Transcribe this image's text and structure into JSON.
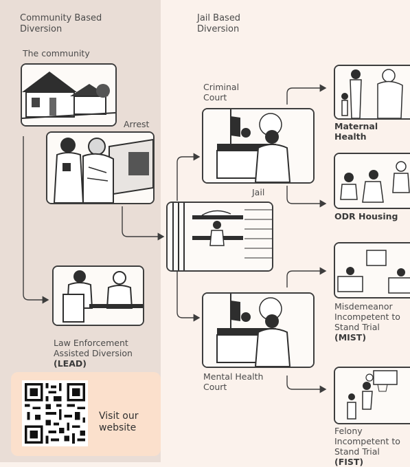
{
  "columns": {
    "community": "Community Based\nDiversion",
    "jail": "Jail Based\nDiversion"
  },
  "nodes": {
    "community": "The community",
    "arrest": "Arrest",
    "criminal_court": "Criminal\nCourt",
    "jail": "Jail",
    "mental_health_court": "Mental Health\nCourt",
    "lead_line1": "Law Enforcement\nAssisted Diversion",
    "lead_abbr": "(LEAD)",
    "maternal_health": "Maternal Health",
    "odr_housing": "ODR Housing",
    "mist_line": "Misdemeanor\nIncompetent to\nStand Trial ",
    "mist_abbr": "(MIST)",
    "fist_line": "Felony\nIncompetent to\nStand Trial ",
    "fist_abbr": "(FIST)"
  },
  "cta": {
    "text": "Visit our\nwebsite"
  },
  "icons": [
    "qr-code-icon",
    "community-houses-icon",
    "arrest-scene-icon",
    "courtroom-icon",
    "jail-cell-icon",
    "meeting-icon",
    "maternal-family-icon",
    "housing-group-icon",
    "living-room-icon",
    "basketball-icon"
  ],
  "colors": {
    "community_panel": "#e9ddd6",
    "background": "#fbf2ec",
    "qr_panel": "#fbe0cc",
    "line": "#3d3d3d"
  }
}
